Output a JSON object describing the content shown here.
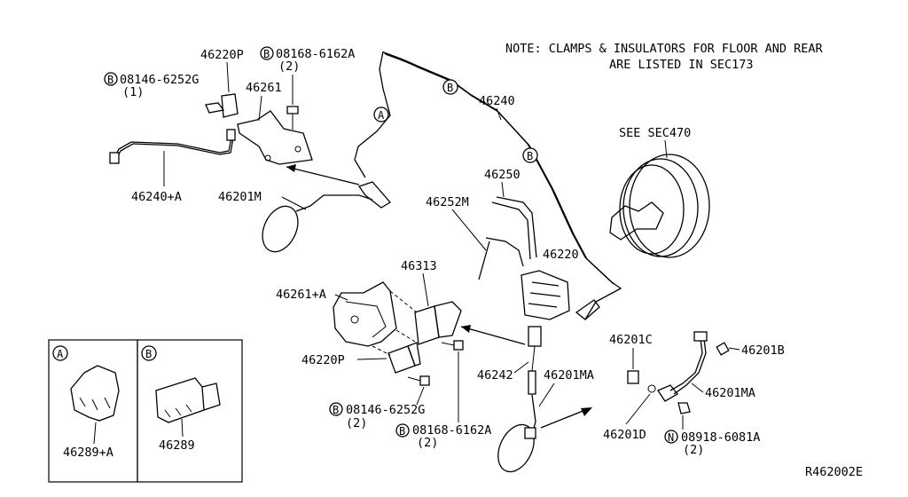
{
  "note": {
    "line1": "NOTE: CLAMPS & INSULATORS FOR FLOOR AND REAR",
    "line2": "ARE LISTED IN SEC173"
  },
  "see_sec": "SEE SEC470",
  "diagram_code": "R462002E",
  "callout_letters": {
    "a": "A",
    "b": "B",
    "n": "N"
  },
  "parts": {
    "p46220P_top": "46220P",
    "bolt_top_right": "08168-6162A",
    "bolt_top_right_qty": "(2)",
    "bolt_top_left": "08146-6252G",
    "bolt_top_left_qty": "(1)",
    "p46261": "46261",
    "p46240": "46240",
    "p46240A": "46240+A",
    "p46201M": "46201M",
    "p46250": "46250",
    "p46252M": "46252M",
    "p46220": "46220",
    "p46313": "46313",
    "p46261A": "46261+A",
    "p46220P_mid": "46220P",
    "bolt_mid_left": "08146-6252G",
    "bolt_mid_left_qty": "(2)",
    "bolt_mid_right": "08168-6162A",
    "bolt_mid_right_qty": "(2)",
    "p46242": "46242",
    "p46201MA_center": "46201MA",
    "p46201C": "46201C",
    "p46201B": "46201B",
    "p46201MA_right": "46201MA",
    "p46201D": "46201D",
    "nut": "08918-6081A",
    "nut_qty": "(2)",
    "p46289A": "46289+A",
    "p46289": "46289"
  }
}
